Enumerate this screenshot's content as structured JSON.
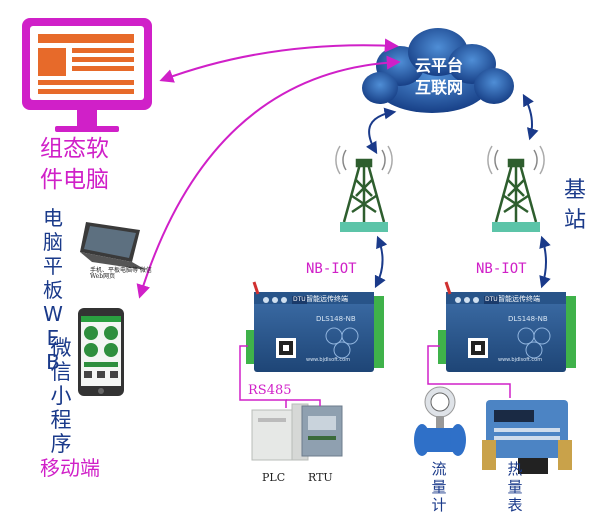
{
  "cloud": {
    "line1": "云平台",
    "line2": "互联网"
  },
  "pc_label": {
    "line1": "组态软",
    "line2": "件电脑"
  },
  "tablet_label": {
    "text": "电脑平板WEB"
  },
  "tablet_caption": "手机、平板电脑等 微信Web网页",
  "miniapp_label": {
    "text": "微信小程序"
  },
  "mobile_label": "移动端",
  "station_label": {
    "text": "基站"
  },
  "nbiot_left": "NB-IOT",
  "nbiot_right": "NB-IOT",
  "rs485": "RS485",
  "plc": "PLC",
  "rtu": "RTU",
  "flowmeter": {
    "text": "流量计"
  },
  "heatmeter": {
    "text": "热量表"
  },
  "device": {
    "model": "DLS148-NB",
    "title": "智能远传终端",
    "url": "www.bjdlsoft.com",
    "badge": "DTU"
  },
  "colors": {
    "magenta": "#d020c8",
    "blue": "#1a3a8a",
    "cloud": "#1f5aa8",
    "tower": "#2e5e2e",
    "device": "#2f5f9a",
    "terminal": "#3fb24a"
  }
}
